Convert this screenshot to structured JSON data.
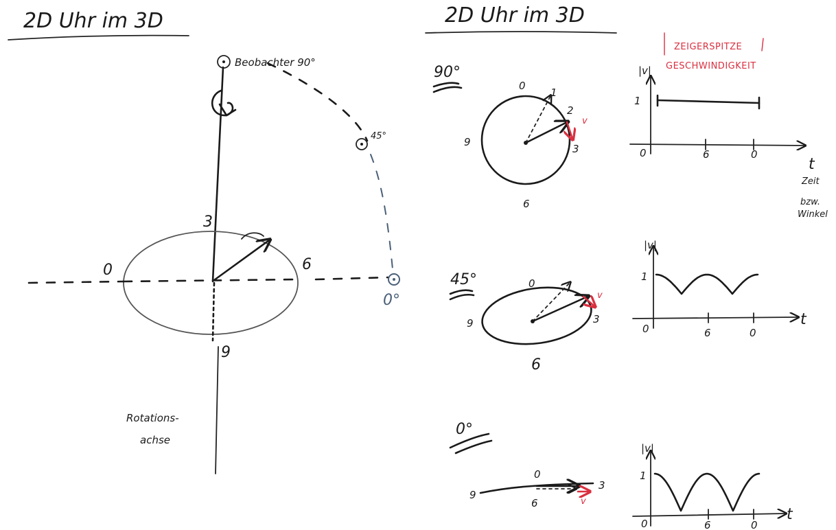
{
  "left_panel": {
    "title": "2D Uhr im 3D",
    "clock_numbers": {
      "top": "3",
      "left": "0",
      "right": "6",
      "bottom": "9"
    },
    "observer_labels": {
      "deg90": "Beobachter 90°",
      "deg45": "45°",
      "deg0": "0°"
    },
    "axis_label_line1": "Rotations-",
    "axis_label_line2": "achse"
  },
  "right_panel": {
    "title": "2D Uhr im 3D",
    "note_line1": "ZEIGERSPITZE",
    "note_line2": "GESCHWINDIGKEIT",
    "rows": [
      {
        "angle": "90°",
        "clock_numbers": {
          "n0": "0",
          "n1": "1",
          "n2": "2",
          "n3": "3",
          "n6": "6",
          "n9": "9"
        },
        "velocity_label": "v",
        "graph": {
          "ylabel": "|v|",
          "ytick": "1",
          "xticks": [
            "0",
            "6",
            "0"
          ],
          "xlabel": "t"
        }
      },
      {
        "angle": "45°",
        "clock_numbers": {
          "n0": "0",
          "n3": "3",
          "n6": "6",
          "n9": "9"
        },
        "velocity_label": "v",
        "graph": {
          "ylabel": "|v|",
          "ytick": "1",
          "xticks": [
            "0",
            "6",
            "0"
          ],
          "xlabel": "t"
        }
      },
      {
        "angle": "0°",
        "clock_numbers": {
          "n0": "0",
          "n3": "3",
          "n6": "6",
          "n9": "9"
        },
        "velocity_label": "v",
        "graph": {
          "ylabel": "|v|",
          "ytick": "1",
          "xticks": [
            "0",
            "6",
            "0"
          ],
          "xlabel": "t"
        }
      }
    ],
    "time_note_line1": "Zeit",
    "time_note_line2": "bzw.",
    "time_note_line3": "Winkel"
  },
  "colors": {
    "ink": "#1a1a1a",
    "accent_red": "#d93040",
    "observer_blue": "#4a5f78"
  }
}
